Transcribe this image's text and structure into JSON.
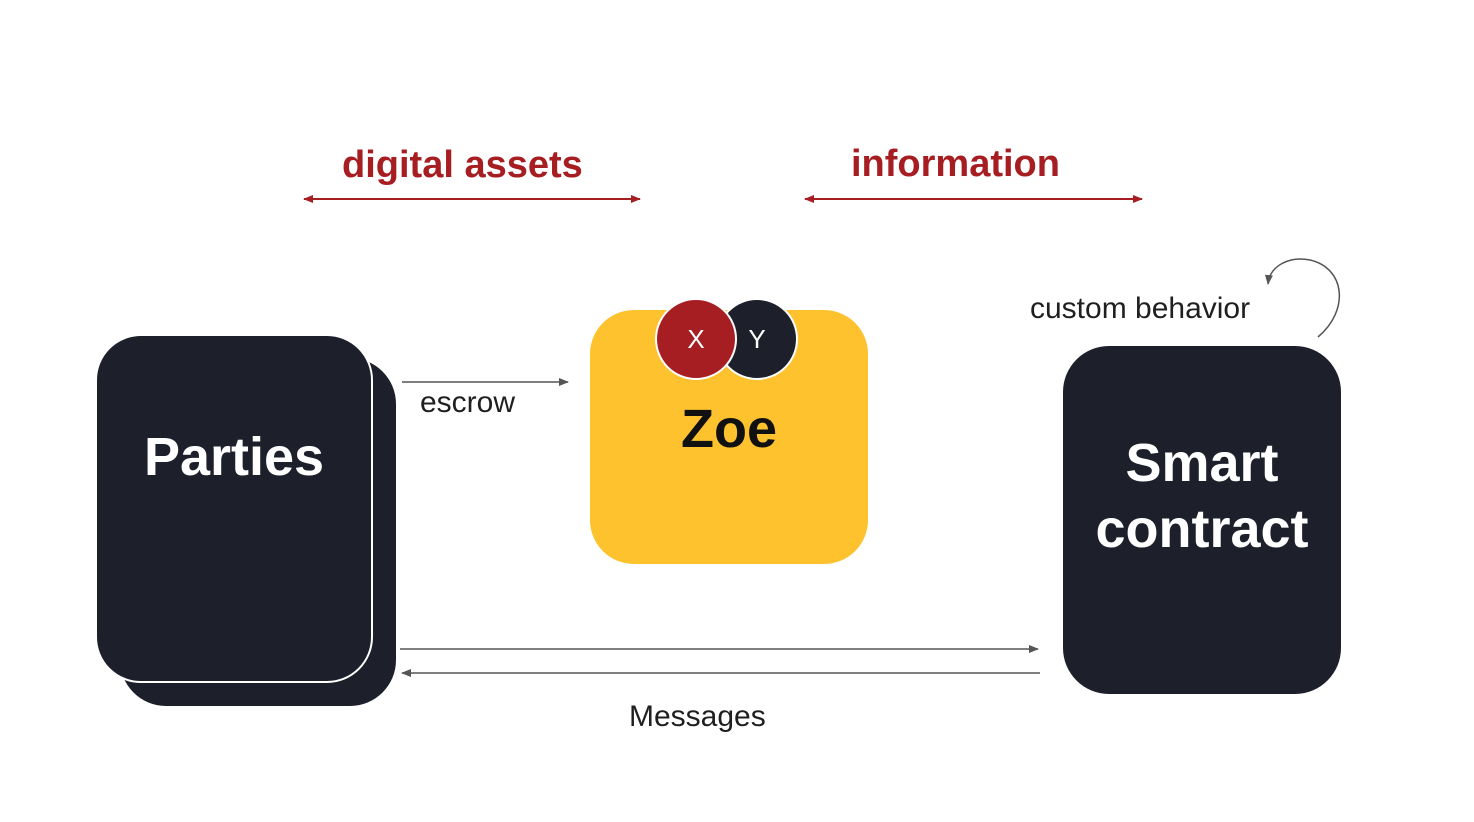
{
  "labels": {
    "digital_assets": "digital assets",
    "information": "information",
    "escrow": "escrow",
    "custom_behavior": "custom behavior",
    "messages": "Messages"
  },
  "boxes": {
    "parties": "Parties",
    "zoe": "Zoe",
    "smart_contract_line1": "Smart",
    "smart_contract_line2": "contract"
  },
  "assets": {
    "x": "X",
    "y": "Y"
  },
  "colors": {
    "accent_red": "#a61e22",
    "dark_box": "#1d1f2b",
    "zoe_yellow": "#fdc22d",
    "circle_dark": "#1d1f2b",
    "circle_red": "#a61e22",
    "arrow_gray": "#555555"
  }
}
